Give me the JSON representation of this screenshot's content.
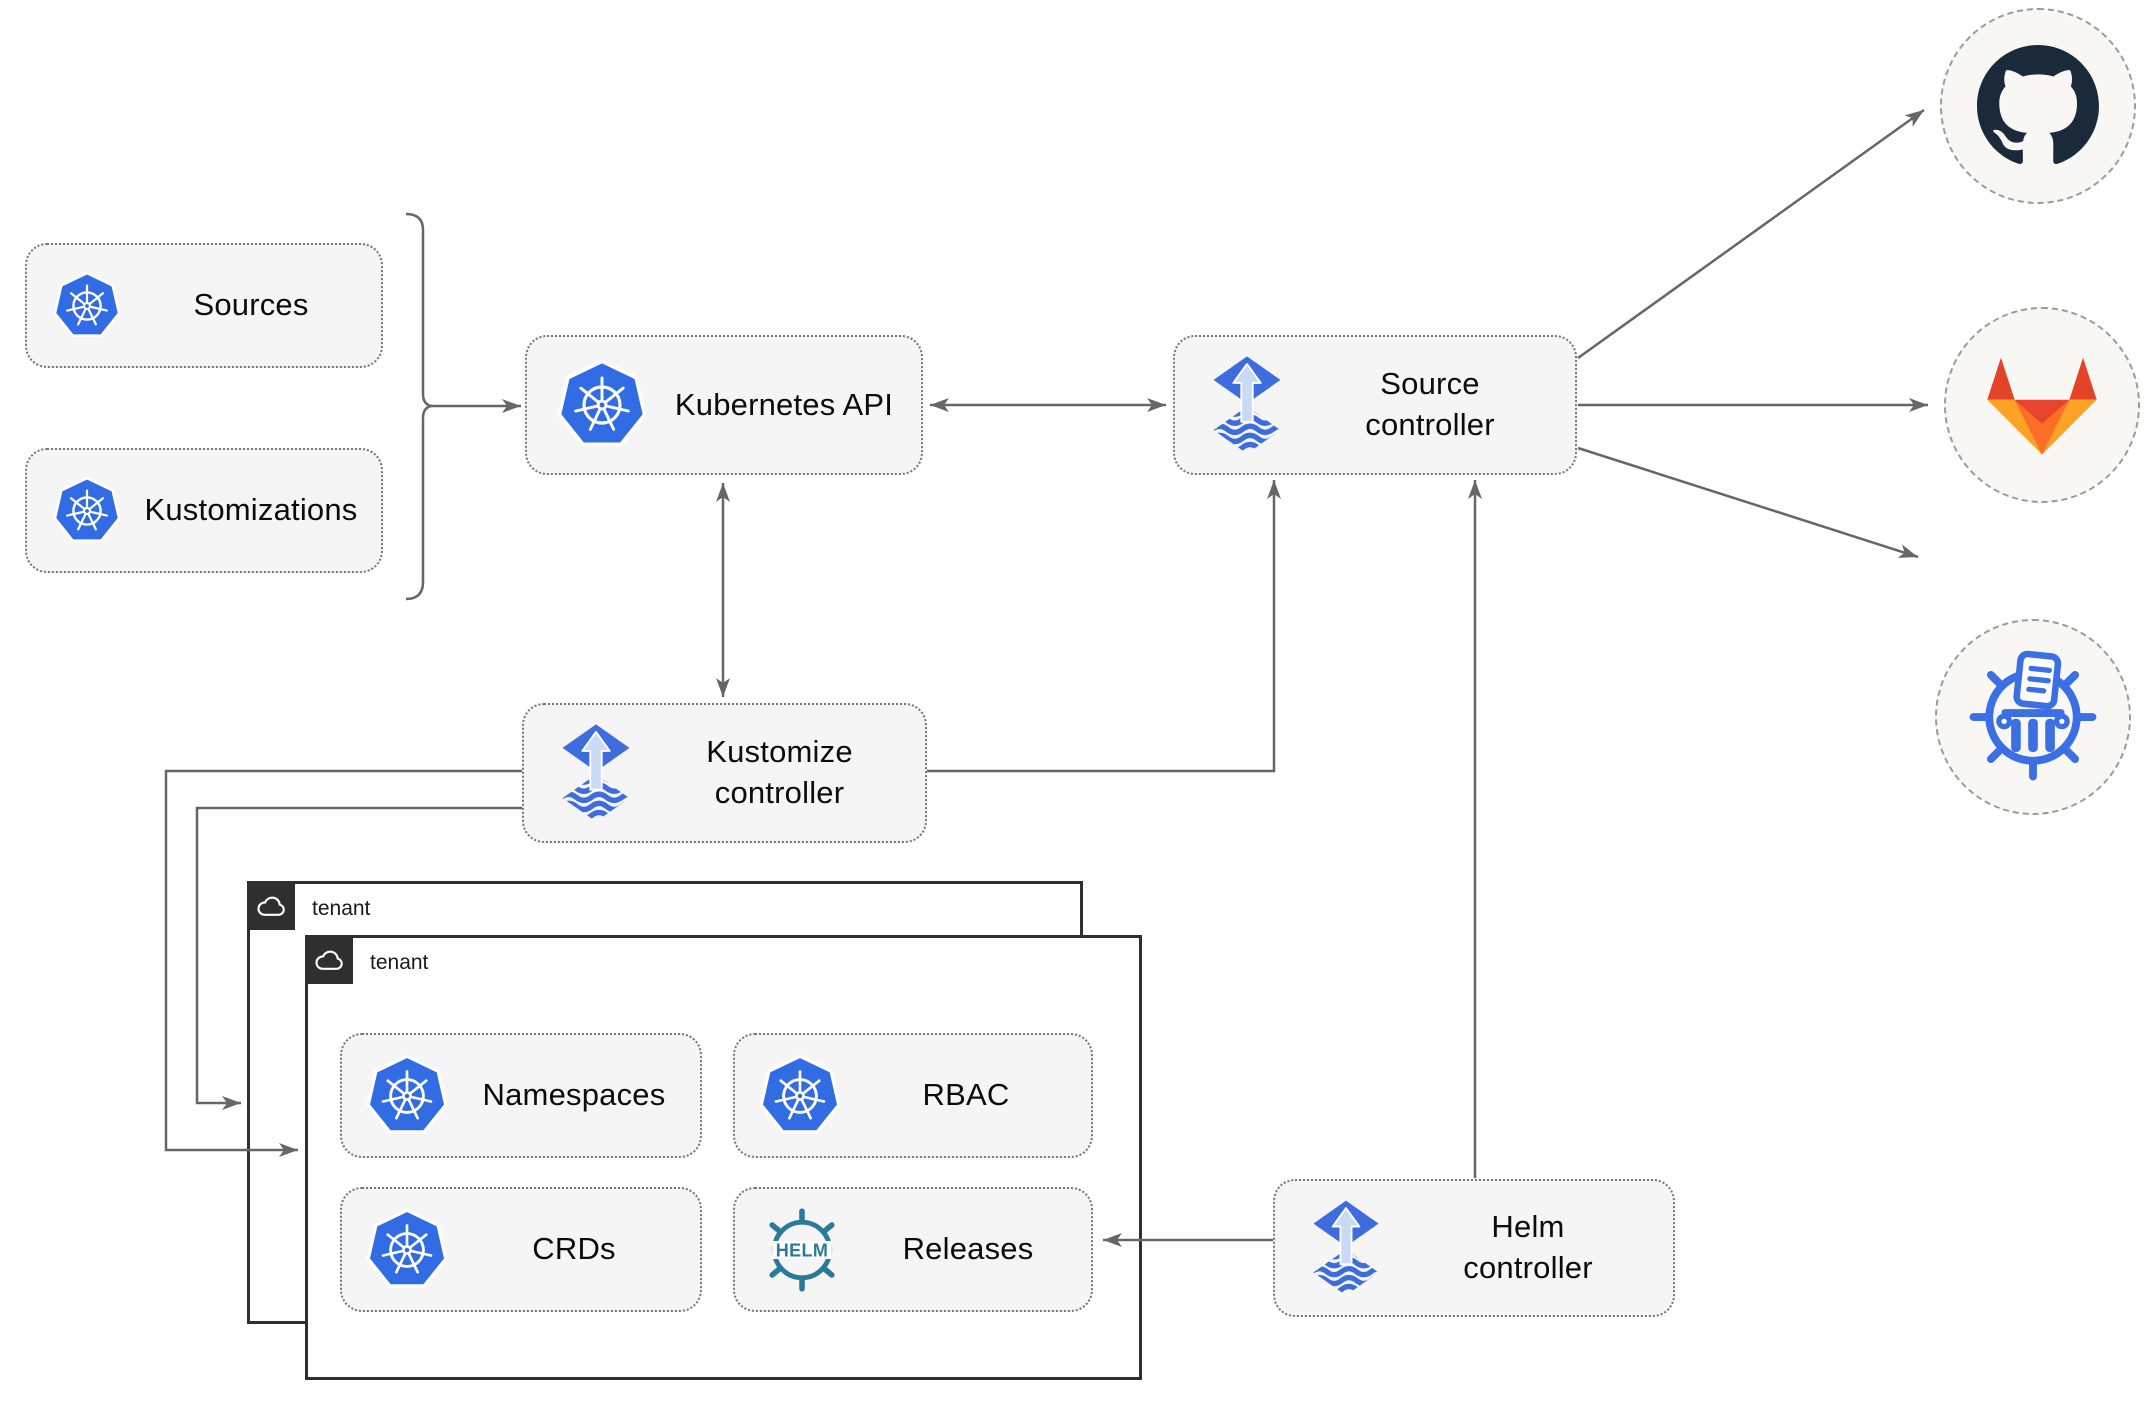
{
  "diagram": {
    "nodes": {
      "sources": {
        "label": "Sources",
        "icon": "kubernetes"
      },
      "kustomizations": {
        "label": "Kustomizations",
        "icon": "kubernetes"
      },
      "kubernetes_api": {
        "label": "Kubernetes API",
        "icon": "kubernetes"
      },
      "source_controller": {
        "label": "Source controller",
        "icon": "flux"
      },
      "kustomize_controller": {
        "label": "Kustomize controller",
        "icon": "flux"
      },
      "helm_controller": {
        "label": "Helm controller",
        "icon": "flux"
      },
      "tenant_outer": {
        "label": "tenant",
        "icon": "cloud"
      },
      "tenant_inner": {
        "label": "tenant",
        "icon": "cloud"
      },
      "namespaces": {
        "label": "Namespaces",
        "icon": "kubernetes"
      },
      "rbac": {
        "label": "RBAC",
        "icon": "kubernetes"
      },
      "crds": {
        "label": "CRDs",
        "icon": "kubernetes"
      },
      "releases": {
        "label": "Releases",
        "icon": "helm-wheel"
      },
      "github": {
        "icon": "github-mark"
      },
      "gitlab": {
        "icon": "gitlab-tanuki"
      },
      "chart_repository": {
        "icon": "chartmuseum"
      }
    },
    "icon_text": {
      "helm_wheel": "HELM"
    },
    "edges": [
      {
        "from": "sources-and-kustomizations",
        "to": "kubernetes-api",
        "style": "arrow"
      },
      {
        "from": "kubernetes-api",
        "to": "source-controller",
        "style": "double-arrow"
      },
      {
        "from": "kubernetes-api",
        "to": "kustomize-controller",
        "style": "double-arrow"
      },
      {
        "from": "kustomize-controller",
        "to": "source-controller",
        "style": "arrow"
      },
      {
        "from": "helm-controller",
        "to": "source-controller",
        "style": "arrow"
      },
      {
        "from": "source-controller",
        "to": "github",
        "style": "arrow"
      },
      {
        "from": "source-controller",
        "to": "gitlab",
        "style": "arrow"
      },
      {
        "from": "source-controller",
        "to": "chart-repository",
        "style": "arrow"
      },
      {
        "from": "helm-controller",
        "to": "releases",
        "style": "arrow"
      },
      {
        "from": "kustomize-controller",
        "to": "tenant-inner",
        "style": "arrow"
      },
      {
        "from": "kustomize-controller",
        "to": "tenant-outer",
        "style": "arrow"
      }
    ],
    "colors": {
      "kubernetes_blue": "#326CE5",
      "flux_blue": "#3D6DDD",
      "flux_arrow_light": "#C9D9F6",
      "helm_teal": "#2B7A9B",
      "github_dark": "#1B2A3A",
      "gitlab_red": "#E24329",
      "gitlab_orange": "#FCA326",
      "chartmuseum_blue": "#3B6FE3",
      "connector_gray": "#666666",
      "node_fill": "#F5F5F5",
      "tenant_border": "#2F2F2F"
    }
  }
}
